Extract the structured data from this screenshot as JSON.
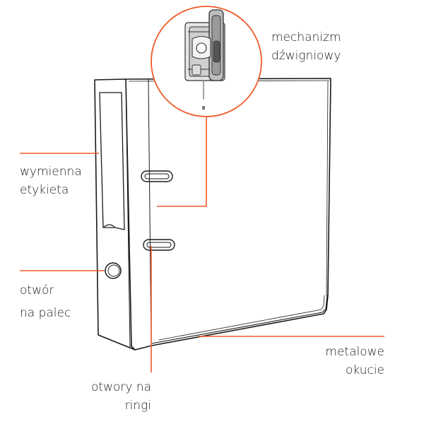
{
  "accent_color": "#f05a28",
  "outline_color": "#1a1a1a",
  "callouts": {
    "mechanism": {
      "line1": "mechanizm",
      "line2": "dźwigniowy"
    },
    "label_window": {
      "line1": "wymienna",
      "line2": "etykieta"
    },
    "finger_hole": {
      "line1": "otwór",
      "line2": "na palec"
    },
    "ring_holes": {
      "line1": "otwory na",
      "line2": "ringi"
    },
    "metal_edge": {
      "line1": "metalowe",
      "line2": "okucie"
    }
  }
}
